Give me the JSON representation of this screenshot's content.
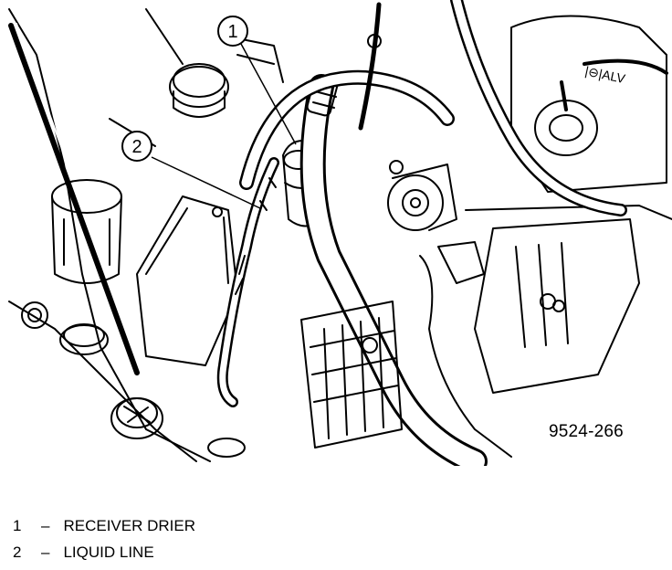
{
  "figure_id": "9524-266",
  "callouts": [
    {
      "number": "1",
      "label": "RECEIVER DRIER"
    },
    {
      "number": "2",
      "label": "LIQUID LINE"
    }
  ],
  "legend_separator": "–",
  "colors": {
    "ink": "#000000",
    "paper": "#ffffff"
  }
}
